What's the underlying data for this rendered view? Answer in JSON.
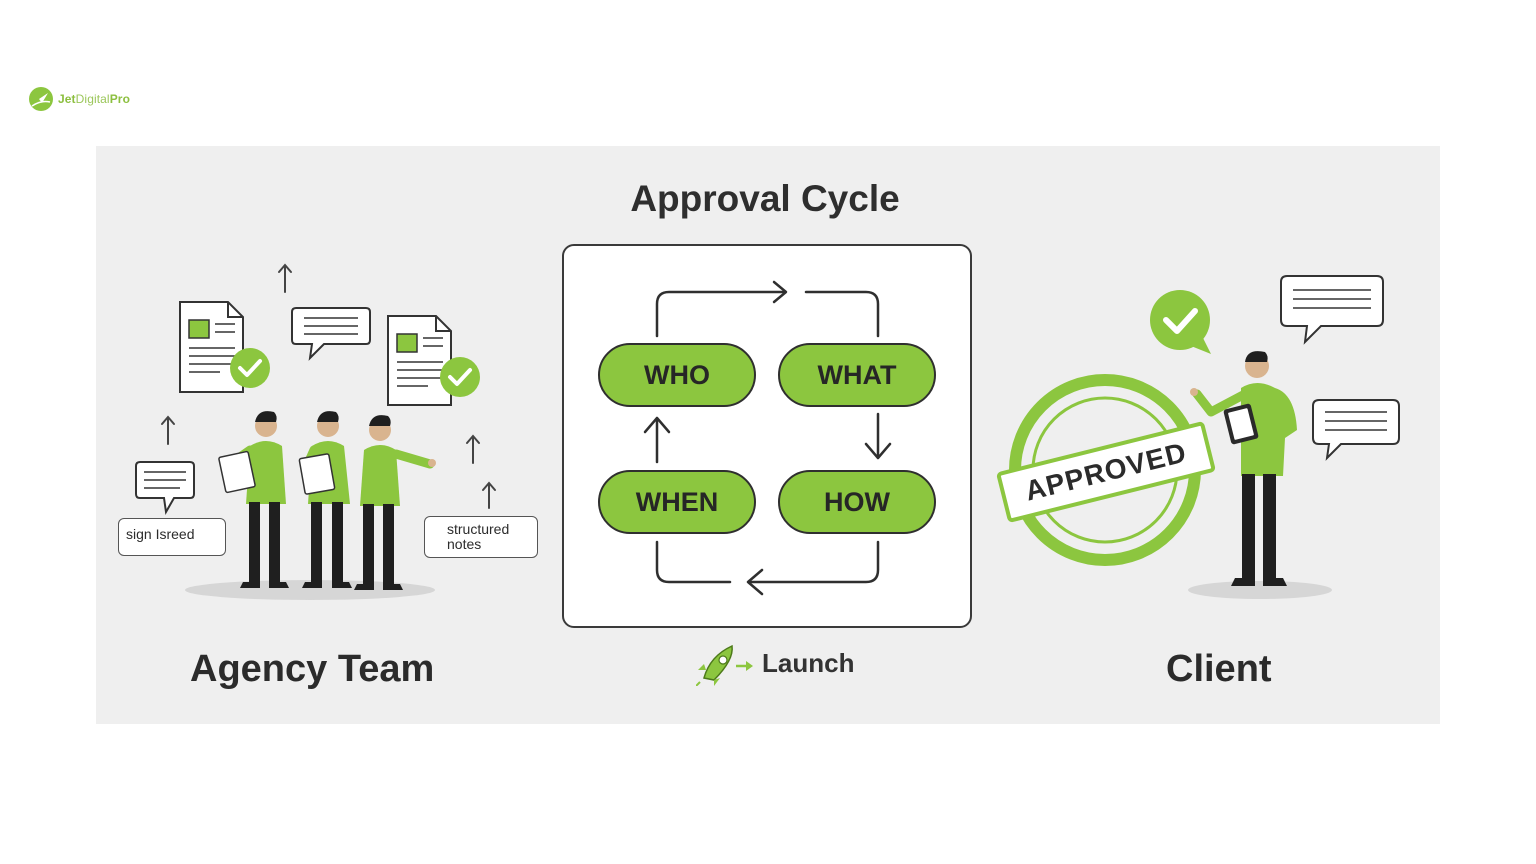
{
  "brand": {
    "name_part1": "Jet",
    "name_part2": "Digital",
    "name_part3": "Pro",
    "color": "#8cc63f"
  },
  "diagram": {
    "title": "Approval Cycle",
    "steps": [
      {
        "id": "who",
        "label": "WHO"
      },
      {
        "id": "what",
        "label": "WHAT"
      },
      {
        "id": "how",
        "label": "HOW"
      },
      {
        "id": "when",
        "label": "WHEN"
      }
    ],
    "launch_label": "Launch"
  },
  "agency": {
    "label": "Agency Team",
    "notes": {
      "left": "sign Isreed",
      "right_line1": "structured",
      "right_line2": "notes"
    }
  },
  "client": {
    "label": "Client",
    "stamp_text": "APPROVED"
  },
  "colors": {
    "accent": "#8cc63f",
    "panel": "#efefef",
    "dark": "#262626"
  }
}
